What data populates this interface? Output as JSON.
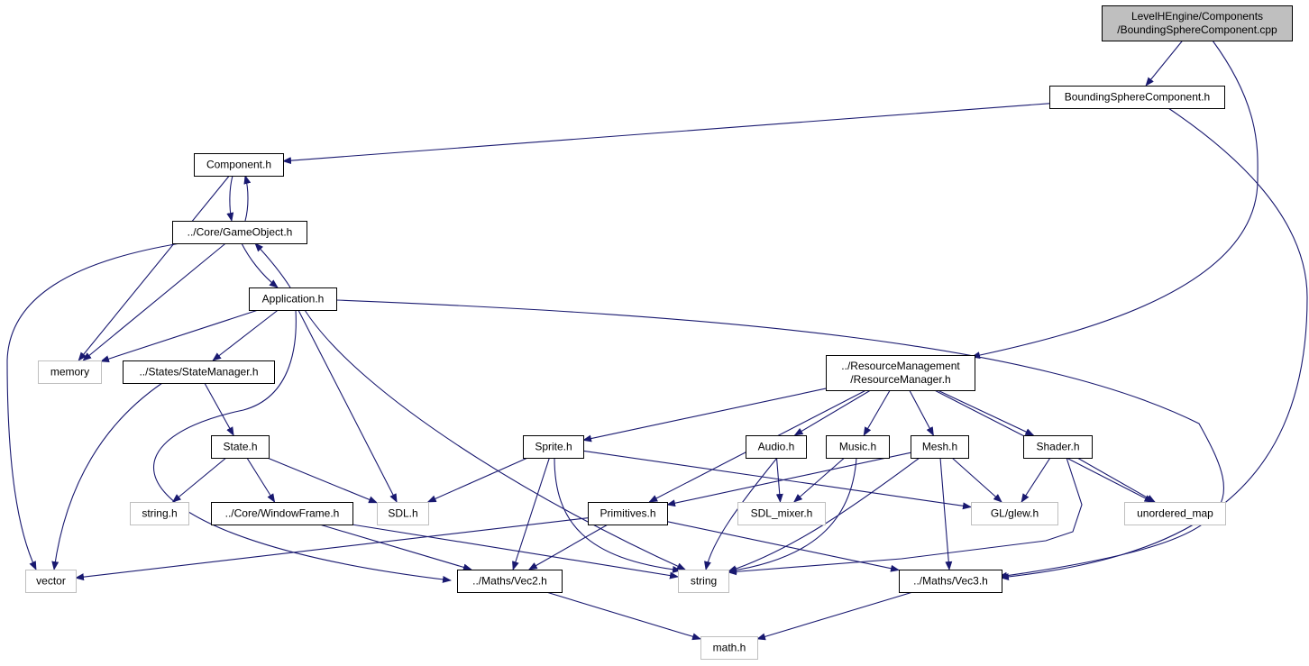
{
  "title": "LevelHEngine/Components/BoundingSphereComponent.cpp",
  "colors": {
    "edge": "#191970",
    "root_fill": "#bfbfbf",
    "external_border": "#bfbfbf",
    "node_border": "#000000"
  },
  "nodes": [
    {
      "id": "root",
      "lines": [
        "LevelHEngine/Components",
        "/BoundingSphereComponent.cpp"
      ],
      "kind": "root"
    },
    {
      "id": "bsc_h",
      "lines": [
        "BoundingSphereComponent.h"
      ],
      "kind": "local"
    },
    {
      "id": "component_h",
      "lines": [
        "Component.h"
      ],
      "kind": "local"
    },
    {
      "id": "gameobject_h",
      "lines": [
        "../Core/GameObject.h"
      ],
      "kind": "local"
    },
    {
      "id": "application_h",
      "lines": [
        "Application.h"
      ],
      "kind": "local"
    },
    {
      "id": "memory",
      "lines": [
        "memory"
      ],
      "kind": "external"
    },
    {
      "id": "statemanager_h",
      "lines": [
        "../States/StateManager.h"
      ],
      "kind": "local"
    },
    {
      "id": "state_h",
      "lines": [
        "State.h"
      ],
      "kind": "local"
    },
    {
      "id": "resourcemanager_h",
      "lines": [
        "../ResourceManagement",
        "/ResourceManager.h"
      ],
      "kind": "local"
    },
    {
      "id": "sprite_h",
      "lines": [
        "Sprite.h"
      ],
      "kind": "local"
    },
    {
      "id": "audio_h",
      "lines": [
        "Audio.h"
      ],
      "kind": "local"
    },
    {
      "id": "music_h",
      "lines": [
        "Music.h"
      ],
      "kind": "local"
    },
    {
      "id": "mesh_h",
      "lines": [
        "Mesh.h"
      ],
      "kind": "local"
    },
    {
      "id": "shader_h",
      "lines": [
        "Shader.h"
      ],
      "kind": "local"
    },
    {
      "id": "string_h",
      "lines": [
        "string.h"
      ],
      "kind": "external"
    },
    {
      "id": "windowframe_h",
      "lines": [
        "../Core/WindowFrame.h"
      ],
      "kind": "local"
    },
    {
      "id": "sdl_h",
      "lines": [
        "SDL.h"
      ],
      "kind": "external"
    },
    {
      "id": "primitives_h",
      "lines": [
        "Primitives.h"
      ],
      "kind": "local"
    },
    {
      "id": "sdl_mixer_h",
      "lines": [
        "SDL_mixer.h"
      ],
      "kind": "external"
    },
    {
      "id": "glew_h",
      "lines": [
        "GL/glew.h"
      ],
      "kind": "external"
    },
    {
      "id": "unordered_map",
      "lines": [
        "unordered_map"
      ],
      "kind": "external"
    },
    {
      "id": "vector",
      "lines": [
        "vector"
      ],
      "kind": "external"
    },
    {
      "id": "vec2_h",
      "lines": [
        "../Maths/Vec2.h"
      ],
      "kind": "local"
    },
    {
      "id": "string",
      "lines": [
        "string"
      ],
      "kind": "external"
    },
    {
      "id": "vec3_h",
      "lines": [
        "../Maths/Vec3.h"
      ],
      "kind": "local"
    },
    {
      "id": "math_h",
      "lines": [
        "math.h"
      ],
      "kind": "external"
    }
  ],
  "edges": [
    [
      "root",
      "bsc_h"
    ],
    [
      "root",
      "resourcemanager_h"
    ],
    [
      "bsc_h",
      "component_h"
    ],
    [
      "bsc_h",
      "vec3_h"
    ],
    [
      "component_h",
      "gameobject_h"
    ],
    [
      "component_h",
      "memory"
    ],
    [
      "gameobject_h",
      "component_h"
    ],
    [
      "gameobject_h",
      "application_h"
    ],
    [
      "gameobject_h",
      "memory"
    ],
    [
      "gameobject_h",
      "vector"
    ],
    [
      "application_h",
      "gameobject_h"
    ],
    [
      "application_h",
      "memory"
    ],
    [
      "application_h",
      "statemanager_h"
    ],
    [
      "application_h",
      "sdl_h"
    ],
    [
      "application_h",
      "vec2_h"
    ],
    [
      "application_h",
      "string"
    ],
    [
      "application_h",
      "vec3_h"
    ],
    [
      "statemanager_h",
      "state_h"
    ],
    [
      "statemanager_h",
      "vector"
    ],
    [
      "state_h",
      "string_h"
    ],
    [
      "state_h",
      "windowframe_h"
    ],
    [
      "state_h",
      "sdl_h"
    ],
    [
      "windowframe_h",
      "vec2_h"
    ],
    [
      "windowframe_h",
      "string"
    ],
    [
      "resourcemanager_h",
      "sprite_h"
    ],
    [
      "resourcemanager_h",
      "primitives_h"
    ],
    [
      "resourcemanager_h",
      "audio_h"
    ],
    [
      "resourcemanager_h",
      "music_h"
    ],
    [
      "resourcemanager_h",
      "mesh_h"
    ],
    [
      "resourcemanager_h",
      "shader_h"
    ],
    [
      "resourcemanager_h",
      "unordered_map"
    ],
    [
      "sprite_h",
      "sdl_h"
    ],
    [
      "sprite_h",
      "vec2_h"
    ],
    [
      "sprite_h",
      "string"
    ],
    [
      "sprite_h",
      "glew_h"
    ],
    [
      "audio_h",
      "sdl_mixer_h"
    ],
    [
      "audio_h",
      "string"
    ],
    [
      "music_h",
      "sdl_mixer_h"
    ],
    [
      "music_h",
      "string"
    ],
    [
      "mesh_h",
      "primitives_h"
    ],
    [
      "mesh_h",
      "glew_h"
    ],
    [
      "mesh_h",
      "string"
    ],
    [
      "mesh_h",
      "vec3_h"
    ],
    [
      "shader_h",
      "glew_h"
    ],
    [
      "shader_h",
      "unordered_map"
    ],
    [
      "shader_h",
      "string"
    ],
    [
      "primitives_h",
      "vector"
    ],
    [
      "primitives_h",
      "vec2_h"
    ],
    [
      "primitives_h",
      "vec3_h"
    ],
    [
      "vec2_h",
      "math_h"
    ],
    [
      "vec3_h",
      "math_h"
    ]
  ]
}
